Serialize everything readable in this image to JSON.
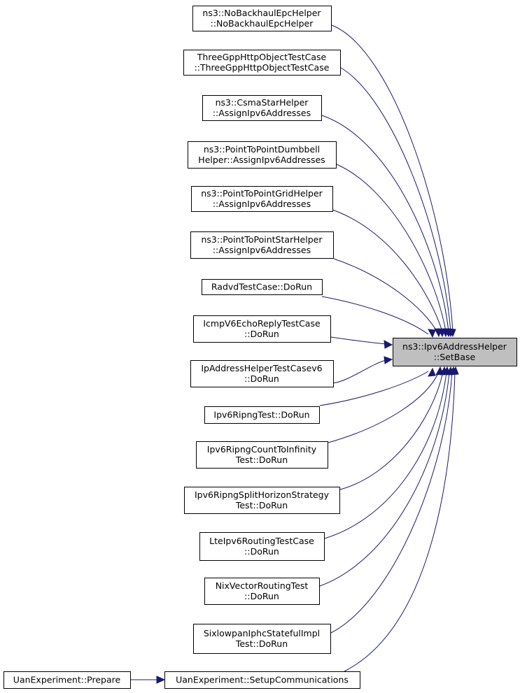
{
  "target": {
    "line1": "ns3::Ipv6AddressHelper",
    "line2": "::SetBase"
  },
  "callers": [
    {
      "line1": "ns3::NoBackhaulEpcHelper",
      "line2": "::NoBackhaulEpcHelper"
    },
    {
      "line1": "ThreeGppHttpObjectTestCase",
      "line2": "::ThreeGppHttpObjectTestCase"
    },
    {
      "line1": "ns3::CsmaStarHelper",
      "line2": "::AssignIpv6Addresses"
    },
    {
      "line1": "ns3::PointToPointDumbbell",
      "line2": "Helper::AssignIpv6Addresses"
    },
    {
      "line1": "ns3::PointToPointGridHelper",
      "line2": "::AssignIpv6Addresses"
    },
    {
      "line1": "ns3::PointToPointStarHelper",
      "line2": "::AssignIpv6Addresses"
    },
    {
      "line1": "RadvdTestCase::DoRun"
    },
    {
      "line1": "IcmpV6EchoReplyTestCase",
      "line2": "::DoRun"
    },
    {
      "line1": "IpAddressHelperTestCasev6",
      "line2": "::DoRun"
    },
    {
      "line1": "Ipv6RipngTest::DoRun"
    },
    {
      "line1": "Ipv6RipngCountToInfinity",
      "line2": "Test::DoRun"
    },
    {
      "line1": "Ipv6RipngSplitHorizonStrategy",
      "line2": "Test::DoRun"
    },
    {
      "line1": "LteIpv6RoutingTestCase",
      "line2": "::DoRun"
    },
    {
      "line1": "NixVectorRoutingTest",
      "line2": "::DoRun"
    },
    {
      "line1": "SixlowpanIphcStatefulImpl",
      "line2": "Test::DoRun"
    },
    {
      "line1": "UanExperiment::SetupCommunications"
    }
  ],
  "secondary_callers": [
    {
      "line1": "UanExperiment::Prepare"
    }
  ],
  "colors": {
    "edge": "#191970",
    "target_fill": "#bfbfbf",
    "node_fill": "#ffffff",
    "node_stroke": "#000000"
  }
}
